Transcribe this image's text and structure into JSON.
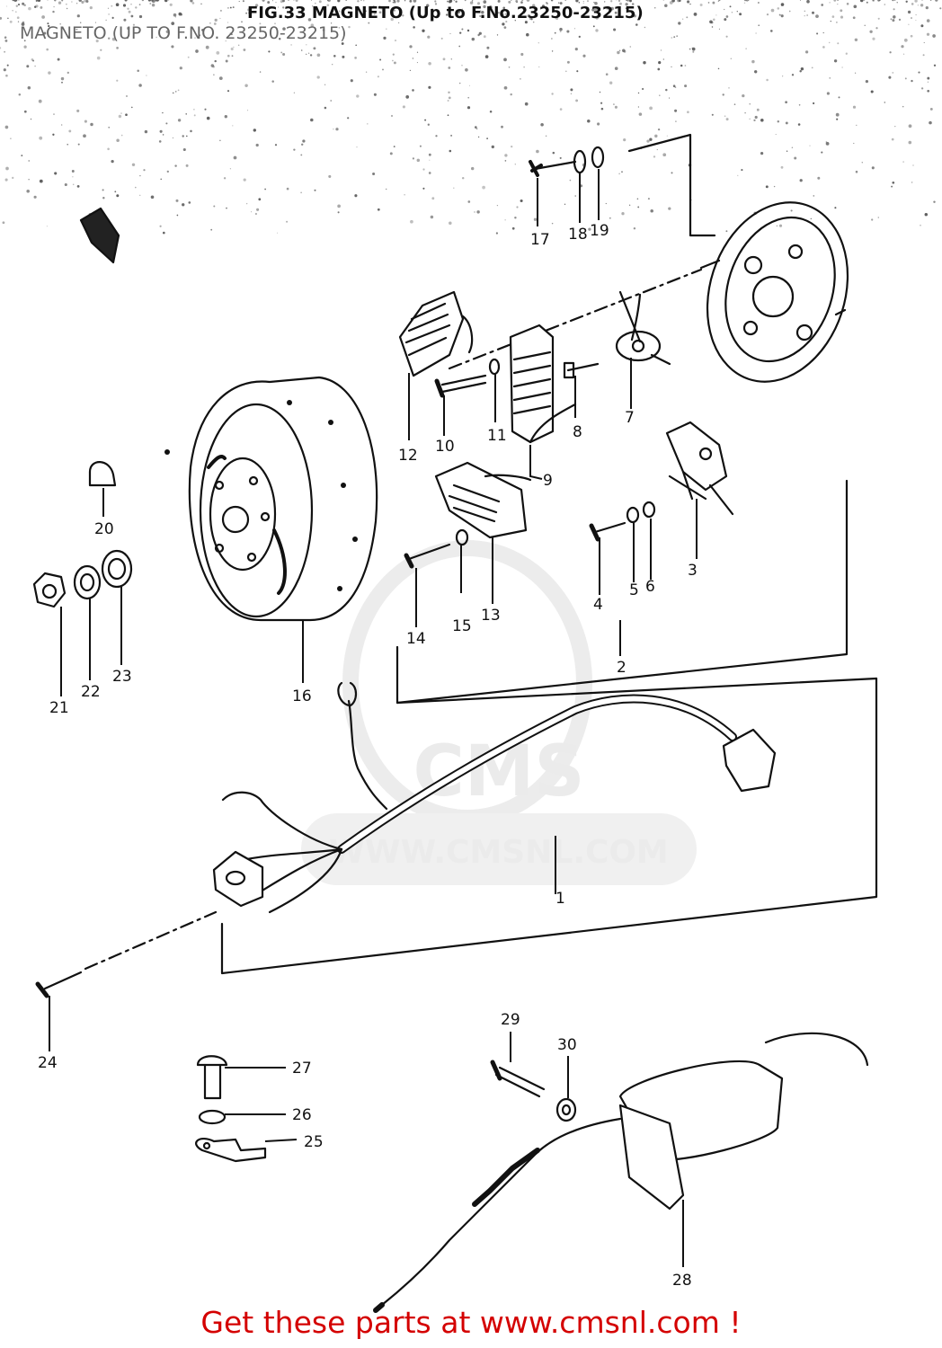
{
  "figure": {
    "header": "FIG.33  MAGNETO (Up to F.No.23250-23215)",
    "subtitle": "MAGNETO (UP TO F.NO. 23250-23215)"
  },
  "watermark": {
    "brand": "CMS",
    "url": "WWW.CMSNL.COM"
  },
  "footer": {
    "cta": "Get these parts at www.cmsnl.com !"
  },
  "callouts": [
    "1",
    "2",
    "3",
    "4",
    "5",
    "6",
    "7",
    "8",
    "9",
    "10",
    "11",
    "12",
    "13",
    "14",
    "15",
    "16",
    "17",
    "18",
    "19",
    "20",
    "21",
    "22",
    "23",
    "24",
    "25",
    "26",
    "27",
    "28",
    "29",
    "30"
  ]
}
